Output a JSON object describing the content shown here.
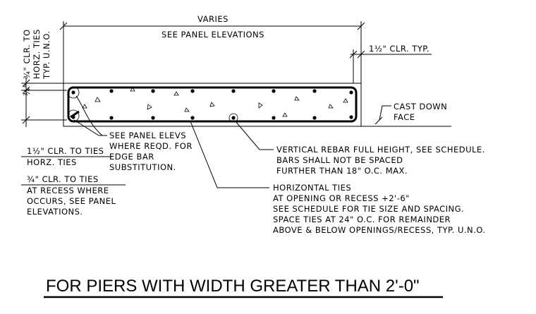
{
  "dimensions": {
    "varies": "VARIES",
    "see_panel_elevations": "SEE PANEL ELEVATIONS",
    "clr_typ": "1½\" CLR. TYP.",
    "left_vertical_line1": "¾\" CLR. TO",
    "left_vertical_line2": "HORZ. TIES",
    "left_vertical_line3": "TYP. U.N.O.",
    "left_small": "¾\""
  },
  "callouts": {
    "cast_down_line1": "CAST DOWN",
    "cast_down_line2": "FACE",
    "edge_bar": [
      "SEE PANEL ELEVS",
      "WHERE REQD. FOR",
      "EDGE BAR",
      "SUBSTITUTION."
    ],
    "clr_ties": [
      "1½\" CLR. TO TIES",
      "HORZ. TIES"
    ],
    "recess": [
      "¾\" CLR. TO TIES",
      "AT RECESS WHERE",
      "OCCURS, SEE PANEL",
      "ELEVATIONS."
    ],
    "vertical_rebar": [
      "VERTICAL REBAR FULL HEIGHT, SEE SCHEDULE.",
      "BARS SHALL NOT BE SPACED",
      "FURTHER THAN 18\" O.C. MAX."
    ],
    "horizontal_ties": [
      "HORIZONTAL TIES",
      "AT OPENING OR RECESS +2'-6\"",
      "SEE SCHEDULE FOR TIE SIZE AND SPACING.",
      "SPACE TIES AT 24\" O.C. FOR REMAINDER",
      "ABOVE & BELOW OPENINGS/RECESS, TYP. U.N.O."
    ]
  },
  "title": "FOR PIERS WITH WIDTH GREATER THAN 2'-0\"",
  "colors": {
    "ink": "#000000",
    "background": "#ffffff"
  }
}
